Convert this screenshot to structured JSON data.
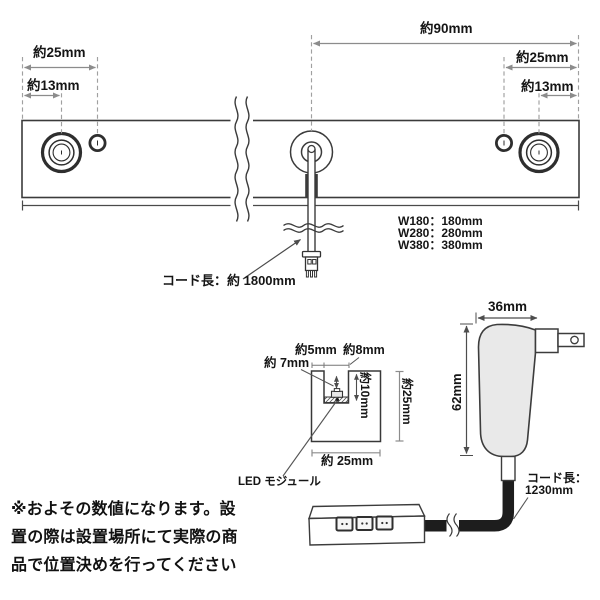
{
  "top_diagram": {
    "dim_left_25": "約25mm",
    "dim_left_13": "約13mm",
    "dim_center_90": "約90mm",
    "dim_right_25": "約25mm",
    "dim_right_13": "約13mm",
    "width_variants": [
      "W180：180mm",
      "W280：280mm",
      "W380：380mm"
    ],
    "cord_label": "コード長：約 1800mm"
  },
  "module_detail": {
    "dim_5": "約5mm",
    "dim_8": "約8mm",
    "dim_7": "約 7mm",
    "dim_10": "約10mm",
    "dim_25_height": "約25mm",
    "dim_25_width": "約 25mm",
    "led_label": "LED モジュール"
  },
  "adapter_detail": {
    "dim_width": "36mm",
    "dim_height": "62mm",
    "cord_label_line1": "コード長：",
    "cord_label_line2": "1230mm"
  },
  "footnote_lines": [
    "※およその数値になります。設",
    "置の際は設置場所にて実際の商",
    "品で位置決めを行ってください"
  ],
  "colors": {
    "outline": "#3b3b3b",
    "dimension_gray": "#8c8c8c",
    "cord_black": "#1d1d1d",
    "adapter_fill": "#e9e9e9"
  }
}
